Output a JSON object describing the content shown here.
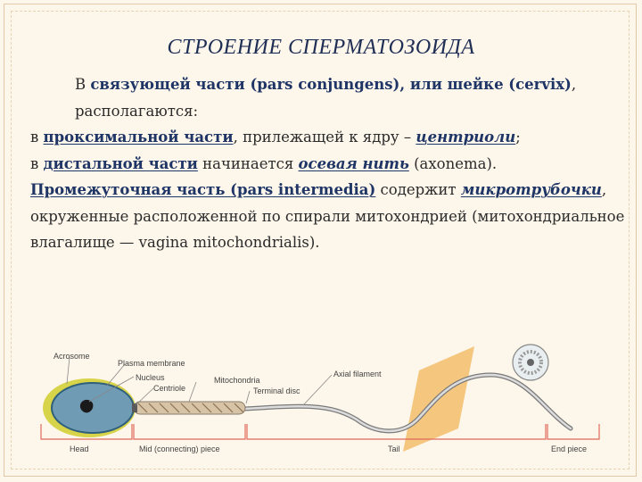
{
  "title": "СТРОЕНИЕ СПЕРМАТОЗОИДА",
  "para1": {
    "t1": "В ",
    "t2": "связующей части (pars conjungens), или шейке (cervix)",
    "t3": ", располагаются:"
  },
  "para2": {
    "t1": "в ",
    "t2": "проксимальной части",
    "t3": ", прилежащей к ядру – ",
    "t4": "центриоли",
    "t5": ";"
  },
  "para3": {
    "t1": "в ",
    "t2": "дистальной части",
    "t3": " начинается ",
    "t4": "осевая нить",
    "t5": " (axonema)."
  },
  "para4": {
    "t1": "Промежуточная часть (pars intermedia)",
    "t2": " содержит ",
    "t3": "микротрубочки",
    "t4": ", окруженные расположенной по спирали митохондрией (митохондриальное влагалище — vagina mitochondrialis)."
  },
  "diagram": {
    "labels": {
      "acrosome": "Acrosome",
      "plasma": "Plasma membrane",
      "nucleus": "Nucleus",
      "centriole": "Centriole",
      "mitochondria": "Mitochondria",
      "terminal": "Terminal disc",
      "axial": "Axial filament",
      "head": "Head",
      "mid": "Mid (connecting) piece",
      "tail": "Tail",
      "end": "End piece"
    },
    "colors": {
      "head_fill": "#6f9bb5",
      "acrosome": "#d8d44a",
      "membrane": "#2f5f7a",
      "bracket": "#e06a5a",
      "section": "#f2b75a"
    }
  }
}
